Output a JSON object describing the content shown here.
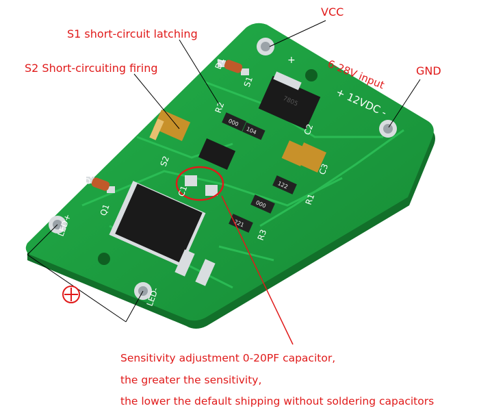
{
  "labels": {
    "vcc": "VCC",
    "s1": "S1 short-circuit latching",
    "s2": "S2 Short-circuiting firing",
    "input": "6-28V input",
    "gnd": "GND",
    "note_line1": "Sensitivity adjustment 0-20PF capacitor,",
    "note_line2": "the greater the sensitivity,",
    "note_line3": "the lower the default shipping without soldering capacitors"
  },
  "board": {
    "silk_12vdc": "+ 12VDC -",
    "silk_led_plus": "LED+",
    "silk_led_minus": "LED-",
    "silk_s1": "S1",
    "silk_s2": "S2",
    "silk_d1": "D1",
    "silk_d2": "D2",
    "silk_c1": "C1",
    "silk_c2": "C2",
    "silk_c3": "C3",
    "silk_r1": "R1",
    "silk_r2": "R2",
    "silk_r3": "R3",
    "silk_q1": "Q1",
    "silk_plus": "+",
    "res_104": "104",
    "res_122": "122",
    "res_221": "221",
    "res_000a": "000",
    "res_000b": "000",
    "reg_code": "7805"
  },
  "colors": {
    "annotation": "#e01a1a",
    "pcb": "#1d9a3e",
    "pcb_edge": "#12702a",
    "pad": "#d9dde0",
    "chip": "#1a1a1a",
    "capacitor": "#c8912a"
  },
  "icons": {
    "polarity": "circled-minus-icon"
  }
}
